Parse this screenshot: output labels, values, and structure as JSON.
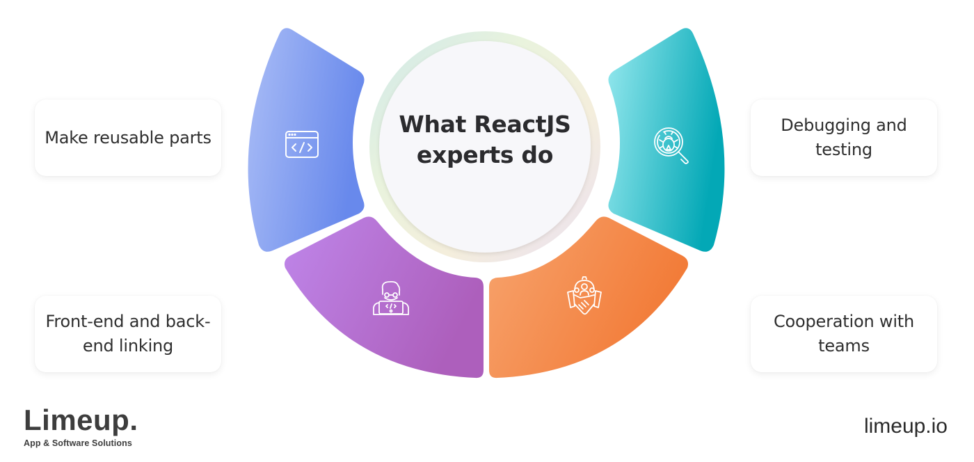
{
  "diagram": {
    "title": "What ReactJS experts do",
    "center_title_line1": "What ReactJS",
    "center_title_line2": "experts do",
    "items": [
      {
        "label": "Make reusable parts",
        "icon": "code-window-icon",
        "color_start": "#a9bcf6",
        "color_end": "#6b8ced",
        "position": "top-left"
      },
      {
        "label": "Front-end and back-end linking",
        "icon": "developer-laptop-icon",
        "color_start": "#bc84e8",
        "color_end": "#b064bf",
        "position": "bottom-left"
      },
      {
        "label": "Cooperation with teams",
        "icon": "team-handshake-icon",
        "color_start": "#f7a46c",
        "color_end": "#f27c3a",
        "position": "bottom-right"
      },
      {
        "label": "Debugging and testing",
        "icon": "bug-search-icon",
        "color_start": "#8ee6ec",
        "color_end": "#05aab8",
        "position": "top-right"
      }
    ]
  },
  "cards": {
    "top_left": "Make reusable parts",
    "bottom_left": "Front-end and back-end linking",
    "top_right": "Debugging and testing",
    "bottom_right": "Cooperation with teams"
  },
  "branding": {
    "logo_name": "Limeup.",
    "logo_tagline": "App & Software Solutions",
    "website": "limeup.io"
  }
}
